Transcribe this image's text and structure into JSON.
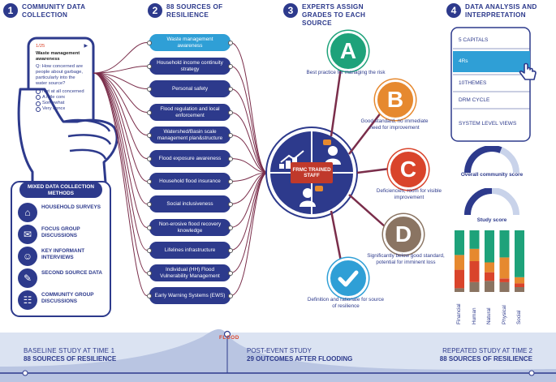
{
  "sections": [
    {
      "num": "1",
      "title": "COMMUNITY DATA COLLECTION"
    },
    {
      "num": "2",
      "title": "88 SOURCES OF RESILIENCE"
    },
    {
      "num": "3",
      "title": "EXPERTS ASSIGN GRADES TO EACH SOURCE"
    },
    {
      "num": "4",
      "title": "DATA ANALYSIS AND INTERPRETATION"
    }
  ],
  "phone": {
    "counter": "1/25",
    "next_arrow": "▶",
    "topic": "Waste management awareness",
    "question": "Q: How concerned are people about garbage, particularly into the water source?",
    "options": [
      "Not at all concerned",
      "A little concerned",
      "Somewhat concerned",
      "Very concerned"
    ]
  },
  "methods": {
    "title": "MIXED DATA COLLECTION METHODS",
    "items": [
      {
        "label": "HOUSEHOLD SURVEYS",
        "icon": "house-icon"
      },
      {
        "label": "FOCUS GROUP DISCUSSIONS",
        "icon": "speech-bubbles-icon"
      },
      {
        "label": "KEY INFORMANT INTERVIEWS",
        "icon": "person-icon"
      },
      {
        "label": "SECOND SOURCE DATA",
        "icon": "document-pencil-icon"
      },
      {
        "label": "COMMUNITY GROUP DISCUSSIONS",
        "icon": "group-icon"
      }
    ]
  },
  "sources": [
    "Waste management awareness",
    "Household income continuity strategy",
    "Personal safety",
    "Flood regulation and local enforcement",
    "Watershed/Basin scale management plan&structure",
    "Flood exposure awareness",
    "Household flood insurance",
    "Social inclusiveness",
    "Non-erosive flood recovery knowledge",
    "Lifelines infrastructure",
    "Individual (HH) Flood Vulnerability Management",
    "Early Warning Systems (EWS)"
  ],
  "center": {
    "label": "FRMC TRAINED STAFF"
  },
  "grades": [
    {
      "letter": "A",
      "color": "#1ea27a",
      "desc": "Best practice for managing the risk"
    },
    {
      "letter": "B",
      "color": "#e6892f",
      "desc": "Good standard, no immediate need for improvement"
    },
    {
      "letter": "C",
      "color": "#d9442b",
      "desc": "Deficiencies, room for visible improvement"
    },
    {
      "letter": "D",
      "color": "#8a7462",
      "desc": "Significantly below good standard, potential for imminent loss"
    }
  ],
  "check": {
    "desc": "Definition and rationale for source of resilience",
    "color": "#2f9fd6",
    "icon": "checkmark-icon"
  },
  "analysis_menu": {
    "items": [
      "5 CAPITALS",
      "4Rs",
      "10THEMES",
      "DRM CYCLE",
      "SYSTEM LEVEL VIEWS"
    ],
    "selected": "4Rs",
    "cursor_icon": "hand-pointer-icon"
  },
  "gauges": [
    {
      "label": "Overall community score",
      "fraction": 0.62
    },
    {
      "label": "Study score",
      "fraction": 0.5
    }
  ],
  "chart_data": {
    "type": "bar",
    "stacked": true,
    "categories": [
      "Financial",
      "Human",
      "Natural",
      "Physical",
      "Social"
    ],
    "series": [
      {
        "color": "#8a7462",
        "values": [
          0.06,
          0.16,
          0.18,
          0.16,
          0.08
        ]
      },
      {
        "color": "#d9442b",
        "values": [
          0.3,
          0.34,
          0.14,
          0.06,
          0.06
        ]
      },
      {
        "color": "#e6892f",
        "values": [
          0.24,
          0.2,
          0.16,
          0.34,
          0.1
        ]
      },
      {
        "color": "#1ea27a",
        "values": [
          0.4,
          0.3,
          0.52,
          0.44,
          0.76
        ]
      }
    ],
    "ylim": [
      0,
      1
    ]
  },
  "timeline": {
    "flood_label": "FLOOD",
    "baseline_title": "BASELINE STUDY AT TIME 1",
    "baseline_sub": "88 SOURCES OF RESILIENCE",
    "post_title": "POST-EVENT STUDY",
    "post_sub": "29 OUTCOMES AFTER FLOODING",
    "repeat_title": "REPEATED STUDY AT TIME 2",
    "repeat_sub": "88 SOURCES OF RESILIENCE"
  },
  "colors": {
    "navy": "#2d3a8c",
    "sky": "#2f9fd6",
    "line": "#7a2d4a",
    "pale": "#dbe3f2"
  }
}
